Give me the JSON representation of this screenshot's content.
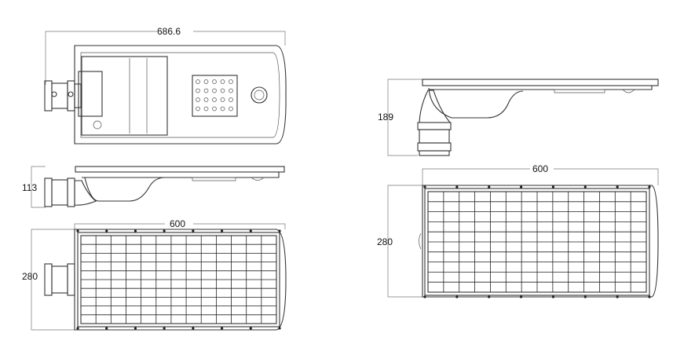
{
  "dimensions": {
    "top_view_length": "686.6",
    "side_view_height": "113",
    "panel_view_length": "600",
    "panel_view_width": "280",
    "right_side_height": "189",
    "right_panel_length": "600",
    "right_panel_width": "280"
  },
  "solar_panel": {
    "left": {
      "cols": 13,
      "rows": 10
    },
    "right": {
      "cols": 14,
      "rows": 10
    }
  },
  "led_module": {
    "cols": 5,
    "rows": 4
  },
  "colors": {
    "line": "#333333",
    "dimension": "#777777",
    "background": "#ffffff"
  }
}
